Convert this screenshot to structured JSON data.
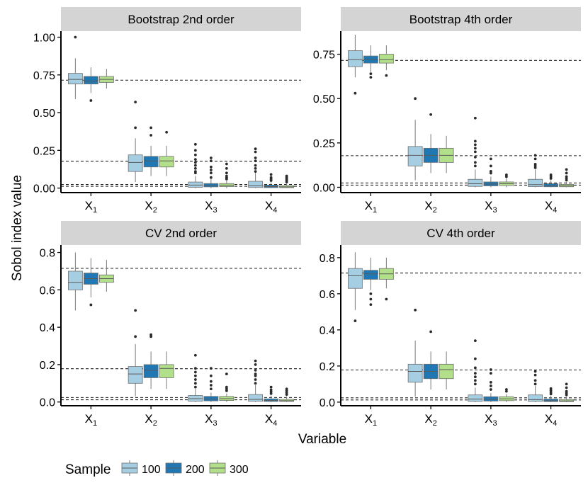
{
  "figure": {
    "ylabel": "Sobol index value",
    "xlabel": "Variable",
    "legend_title": "Sample",
    "legend_position": "bottom-left",
    "categories": [
      "X1",
      "X2",
      "X3",
      "X4"
    ],
    "category_subscripts": [
      "1",
      "2",
      "3",
      "4"
    ],
    "category_base": "X",
    "groups": [
      {
        "label": "100",
        "color": "#a6cee3"
      },
      {
        "label": "200",
        "color": "#1f78b4"
      },
      {
        "label": "300",
        "color": "#b2df8a"
      }
    ],
    "reference_lines": [
      0.715,
      0.178,
      0.024,
      0.012
    ]
  },
  "chart_data": [
    {
      "type": "boxplot",
      "title": "Bootstrap 2nd order",
      "ylim": [
        -0.03,
        1.04
      ],
      "yticks": [
        0.0,
        0.25,
        0.5,
        0.75,
        1.0
      ],
      "ytick_labels": [
        "0.00",
        "0.25",
        "0.50",
        "0.75",
        "1.00"
      ],
      "grid": false,
      "boxes": [
        [
          {
            "min": 0.59,
            "q1": 0.69,
            "median": 0.72,
            "q3": 0.76,
            "max": 0.86,
            "outliers": [
              1.0
            ]
          },
          {
            "min": 0.63,
            "q1": 0.69,
            "median": 0.71,
            "q3": 0.74,
            "max": 0.8,
            "outliers": [
              0.58
            ]
          },
          {
            "min": 0.66,
            "q1": 0.7,
            "median": 0.72,
            "q3": 0.74,
            "max": 0.79,
            "outliers": []
          }
        ],
        [
          {
            "min": 0.04,
            "q1": 0.11,
            "median": 0.17,
            "q3": 0.22,
            "max": 0.33,
            "outliers": [
              0.4,
              0.57
            ]
          },
          {
            "min": 0.08,
            "q1": 0.14,
            "median": 0.18,
            "q3": 0.21,
            "max": 0.28,
            "outliers": [
              0.35,
              0.4
            ]
          },
          {
            "min": 0.08,
            "q1": 0.14,
            "median": 0.18,
            "q3": 0.21,
            "max": 0.28,
            "outliers": [
              0.37
            ]
          }
        ],
        [
          {
            "min": 0.0,
            "q1": 0.005,
            "median": 0.02,
            "q3": 0.04,
            "max": 0.08,
            "outliers": [
              0.1,
              0.11,
              0.13,
              0.15,
              0.17,
              0.19,
              0.22,
              0.25,
              0.29
            ]
          },
          {
            "min": 0.0,
            "q1": 0.008,
            "median": 0.018,
            "q3": 0.03,
            "max": 0.06,
            "outliers": [
              0.07,
              0.1,
              0.12,
              0.14,
              0.18,
              0.2
            ]
          },
          {
            "min": 0.0,
            "q1": 0.01,
            "median": 0.02,
            "q3": 0.03,
            "max": 0.05,
            "outliers": [
              0.06,
              0.07,
              0.08,
              0.1,
              0.13,
              0.16
            ]
          }
        ],
        [
          {
            "min": 0.0,
            "q1": 0.004,
            "median": 0.015,
            "q3": 0.045,
            "max": 0.1,
            "outliers": [
              0.11,
              0.13,
              0.15,
              0.18,
              0.2,
              0.24,
              0.26
            ]
          },
          {
            "min": 0.0,
            "q1": 0.003,
            "median": 0.01,
            "q3": 0.02,
            "max": 0.04,
            "outliers": [
              0.05,
              0.06,
              0.07,
              0.09
            ]
          },
          {
            "min": 0.0,
            "q1": 0.003,
            "median": 0.008,
            "q3": 0.016,
            "max": 0.03,
            "outliers": [
              0.04,
              0.05,
              0.06,
              0.07,
              0.08
            ]
          }
        ]
      ]
    },
    {
      "type": "boxplot",
      "title": "Bootstrap 4th order",
      "ylim": [
        -0.03,
        0.88
      ],
      "yticks": [
        0.0,
        0.25,
        0.5,
        0.75
      ],
      "ytick_labels": [
        "0.00",
        "0.25",
        "0.50",
        "0.75"
      ],
      "grid": false,
      "boxes": [
        [
          {
            "min": 0.62,
            "q1": 0.68,
            "median": 0.72,
            "q3": 0.77,
            "max": 0.86,
            "outliers": [
              0.53
            ]
          },
          {
            "min": 0.65,
            "q1": 0.7,
            "median": 0.72,
            "q3": 0.74,
            "max": 0.8,
            "outliers": [
              0.62,
              0.64
            ]
          },
          {
            "min": 0.66,
            "q1": 0.7,
            "median": 0.72,
            "q3": 0.75,
            "max": 0.8,
            "outliers": [
              0.63
            ]
          }
        ],
        [
          {
            "min": 0.04,
            "q1": 0.12,
            "median": 0.18,
            "q3": 0.23,
            "max": 0.38,
            "outliers": [
              0.5
            ]
          },
          {
            "min": 0.08,
            "q1": 0.14,
            "median": 0.18,
            "q3": 0.22,
            "max": 0.3,
            "outliers": [
              0.41
            ]
          },
          {
            "min": 0.08,
            "q1": 0.14,
            "median": 0.18,
            "q3": 0.22,
            "max": 0.29,
            "outliers": []
          }
        ],
        [
          {
            "min": 0.0,
            "q1": 0.005,
            "median": 0.02,
            "q3": 0.045,
            "max": 0.1,
            "outliers": [
              0.12,
              0.14,
              0.17,
              0.2,
              0.22,
              0.24,
              0.26,
              0.39
            ]
          },
          {
            "min": 0.0,
            "q1": 0.008,
            "median": 0.018,
            "q3": 0.03,
            "max": 0.06,
            "outliers": [
              0.08,
              0.09,
              0.12,
              0.16
            ]
          },
          {
            "min": 0.0,
            "q1": 0.01,
            "median": 0.02,
            "q3": 0.03,
            "max": 0.05,
            "outliers": [
              0.06,
              0.07
            ]
          }
        ],
        [
          {
            "min": 0.0,
            "q1": 0.004,
            "median": 0.015,
            "q3": 0.045,
            "max": 0.1,
            "outliers": [
              0.11,
              0.12,
              0.13,
              0.16,
              0.18
            ]
          },
          {
            "min": 0.0,
            "q1": 0.003,
            "median": 0.01,
            "q3": 0.02,
            "max": 0.04,
            "outliers": [
              0.05,
              0.06,
              0.07
            ]
          },
          {
            "min": 0.0,
            "q1": 0.003,
            "median": 0.008,
            "q3": 0.016,
            "max": 0.03,
            "outliers": [
              0.04,
              0.05,
              0.06,
              0.08,
              0.1
            ]
          }
        ]
      ]
    },
    {
      "type": "boxplot",
      "title": "CV 2nd order",
      "ylim": [
        -0.02,
        0.84
      ],
      "yticks": [
        0.0,
        0.2,
        0.4,
        0.6,
        0.8
      ],
      "ytick_labels": [
        "0.0",
        "0.2",
        "0.4",
        "0.6",
        "0.8"
      ],
      "grid": false,
      "boxes": [
        [
          {
            "min": 0.49,
            "q1": 0.6,
            "median": 0.64,
            "q3": 0.7,
            "max": 0.8,
            "outliers": []
          },
          {
            "min": 0.56,
            "q1": 0.63,
            "median": 0.66,
            "q3": 0.69,
            "max": 0.77,
            "outliers": [
              0.52
            ]
          },
          {
            "min": 0.59,
            "q1": 0.64,
            "median": 0.66,
            "q3": 0.68,
            "max": 0.76,
            "outliers": []
          }
        ],
        [
          {
            "min": 0.03,
            "q1": 0.1,
            "median": 0.15,
            "q3": 0.19,
            "max": 0.31,
            "outliers": [
              0.35,
              0.49
            ]
          },
          {
            "min": 0.07,
            "q1": 0.13,
            "median": 0.17,
            "q3": 0.2,
            "max": 0.27,
            "outliers": [
              0.35,
              0.36
            ]
          },
          {
            "min": 0.07,
            "q1": 0.13,
            "median": 0.18,
            "q3": 0.2,
            "max": 0.27,
            "outliers": []
          }
        ],
        [
          {
            "min": 0.0,
            "q1": 0.004,
            "median": 0.018,
            "q3": 0.035,
            "max": 0.07,
            "outliers": [
              0.08,
              0.1,
              0.12,
              0.14,
              0.16,
              0.18,
              0.25
            ]
          },
          {
            "min": 0.0,
            "q1": 0.006,
            "median": 0.016,
            "q3": 0.03,
            "max": 0.05,
            "outliers": [
              0.07,
              0.09,
              0.11,
              0.14,
              0.18
            ]
          },
          {
            "min": 0.0,
            "q1": 0.008,
            "median": 0.018,
            "q3": 0.03,
            "max": 0.045,
            "outliers": [
              0.06,
              0.07,
              0.08,
              0.15
            ]
          }
        ],
        [
          {
            "min": 0.0,
            "q1": 0.004,
            "median": 0.014,
            "q3": 0.04,
            "max": 0.09,
            "outliers": [
              0.1,
              0.12,
              0.14,
              0.15,
              0.17,
              0.2,
              0.22
            ]
          },
          {
            "min": 0.0,
            "q1": 0.003,
            "median": 0.008,
            "q3": 0.017,
            "max": 0.035,
            "outliers": [
              0.045,
              0.055,
              0.065,
              0.08
            ]
          },
          {
            "min": 0.0,
            "q1": 0.003,
            "median": 0.007,
            "q3": 0.014,
            "max": 0.03,
            "outliers": [
              0.04,
              0.05,
              0.06,
              0.07
            ]
          }
        ]
      ]
    },
    {
      "type": "boxplot",
      "title": "CV 4th order",
      "ylim": [
        -0.02,
        0.87
      ],
      "yticks": [
        0.0,
        0.2,
        0.4,
        0.6,
        0.8
      ],
      "ytick_labels": [
        "0.0",
        "0.2",
        "0.4",
        "0.6",
        "0.8"
      ],
      "grid": false,
      "boxes": [
        [
          {
            "min": 0.51,
            "q1": 0.63,
            "median": 0.7,
            "q3": 0.74,
            "max": 0.83,
            "outliers": [
              0.45
            ]
          },
          {
            "min": 0.62,
            "q1": 0.68,
            "median": 0.71,
            "q3": 0.73,
            "max": 0.8,
            "outliers": [
              0.54,
              0.57,
              0.6
            ]
          },
          {
            "min": 0.63,
            "q1": 0.68,
            "median": 0.71,
            "q3": 0.74,
            "max": 0.8,
            "outliers": [
              0.57
            ]
          }
        ],
        [
          {
            "min": 0.03,
            "q1": 0.11,
            "median": 0.17,
            "q3": 0.21,
            "max": 0.34,
            "outliers": [
              0.51
            ]
          },
          {
            "min": 0.07,
            "q1": 0.13,
            "median": 0.17,
            "q3": 0.21,
            "max": 0.28,
            "outliers": [
              0.39
            ]
          },
          {
            "min": 0.07,
            "q1": 0.13,
            "median": 0.18,
            "q3": 0.21,
            "max": 0.28,
            "outliers": []
          }
        ],
        [
          {
            "min": 0.0,
            "q1": 0.004,
            "median": 0.017,
            "q3": 0.04,
            "max": 0.08,
            "outliers": [
              0.1,
              0.12,
              0.14,
              0.16,
              0.19,
              0.24,
              0.34
            ]
          },
          {
            "min": 0.0,
            "q1": 0.006,
            "median": 0.016,
            "q3": 0.03,
            "max": 0.05,
            "outliers": [
              0.07,
              0.09,
              0.11,
              0.16,
              0.18
            ]
          },
          {
            "min": 0.0,
            "q1": 0.008,
            "median": 0.018,
            "q3": 0.03,
            "max": 0.045,
            "outliers": [
              0.06,
              0.07
            ]
          }
        ],
        [
          {
            "min": 0.0,
            "q1": 0.004,
            "median": 0.014,
            "q3": 0.04,
            "max": 0.09,
            "outliers": [
              0.1,
              0.12,
              0.15,
              0.17
            ]
          },
          {
            "min": 0.0,
            "q1": 0.003,
            "median": 0.008,
            "q3": 0.017,
            "max": 0.035,
            "outliers": [
              0.045,
              0.055,
              0.065,
              0.075
            ]
          },
          {
            "min": 0.0,
            "q1": 0.003,
            "median": 0.007,
            "q3": 0.014,
            "max": 0.03,
            "outliers": [
              0.04,
              0.05,
              0.06,
              0.08,
              0.1
            ]
          }
        ]
      ]
    }
  ]
}
